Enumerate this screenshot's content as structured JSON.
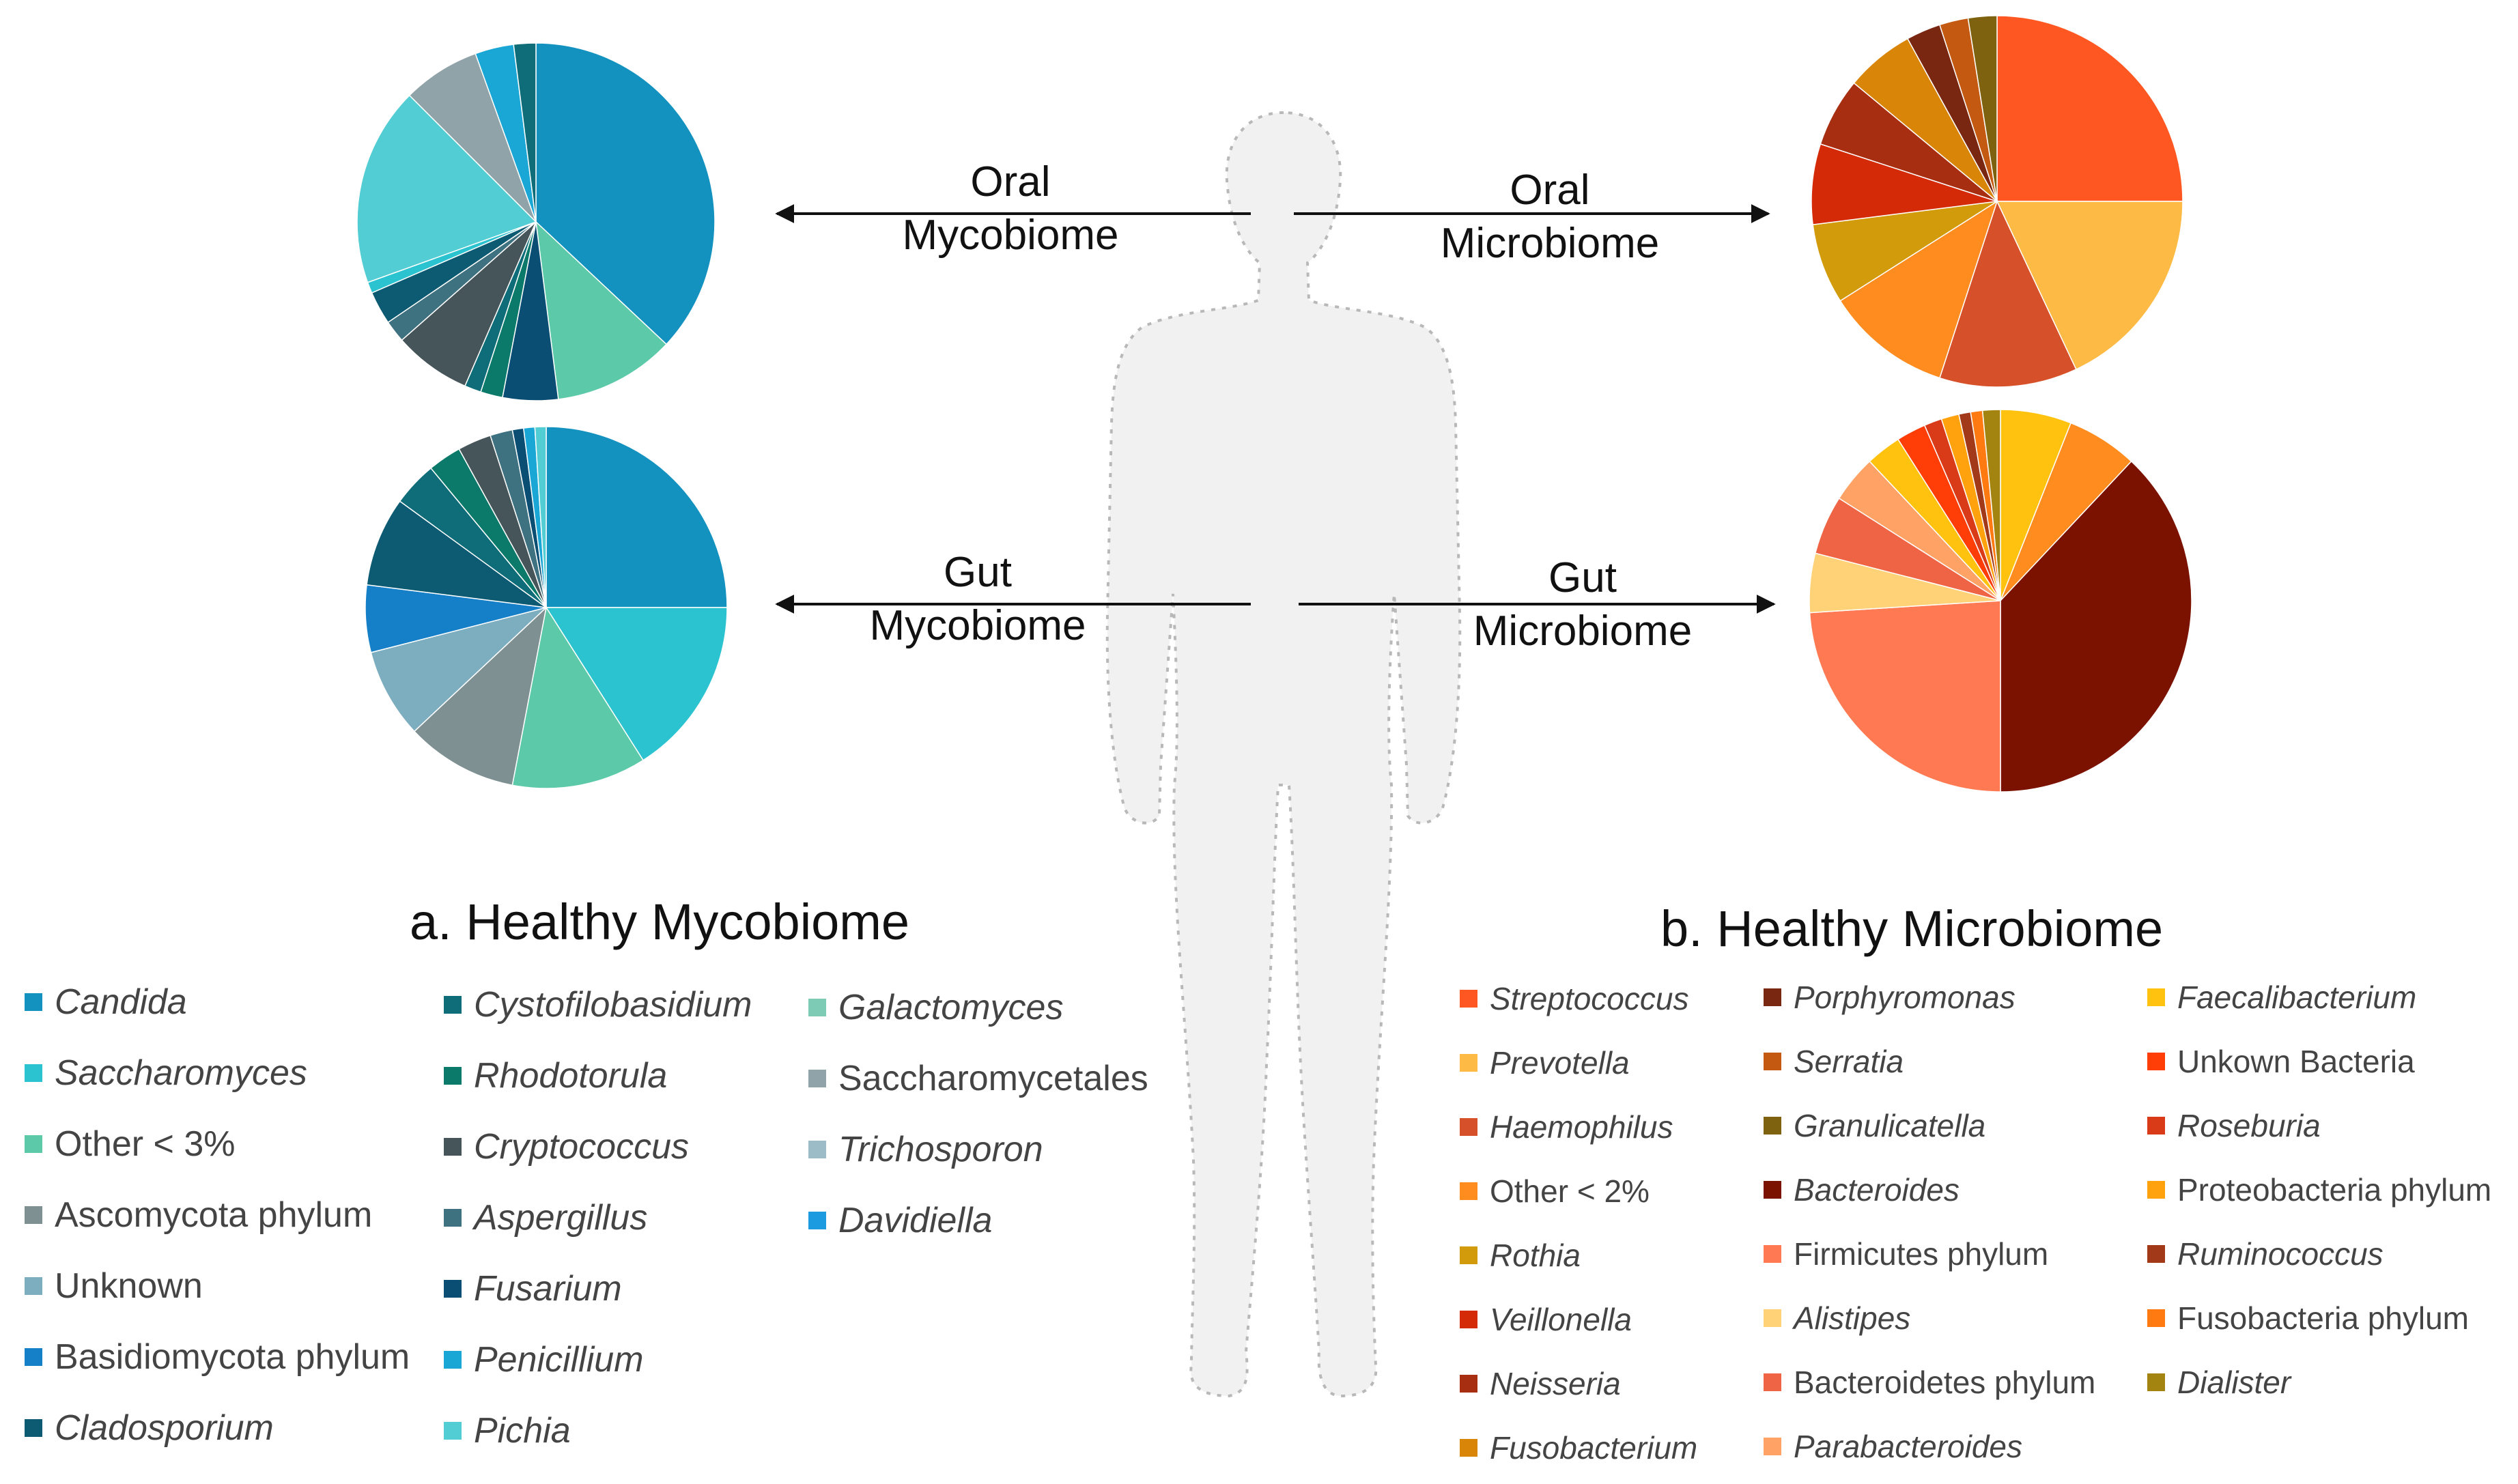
{
  "labels": {
    "oral_mycobiome": [
      "Oral",
      "Mycobiome"
    ],
    "oral_microbiome": [
      "Oral",
      "Microbiome"
    ],
    "gut_mycobiome": [
      "Gut",
      "Mycobiome"
    ],
    "gut_microbiome": [
      "Gut",
      "Microbiome"
    ]
  },
  "section_a_title": "a. Healthy Mycobiome",
  "section_b_title": "b. Healthy Microbiome",
  "legend_a": [
    {
      "label": "Candida",
      "color": "#1492BF",
      "italic": true
    },
    {
      "label": "Saccharomyces",
      "color": "#2CC3D1",
      "italic": true
    },
    {
      "label": "Other < 3%",
      "color": "#5CCAA8",
      "italic": false
    },
    {
      "label": "Ascomycota phylum",
      "color": "#7E9092",
      "italic": false
    },
    {
      "label": "Unknown",
      "color": "#7DAEBF",
      "italic": false
    },
    {
      "label": "Basidiomycota phylum",
      "color": "#1580C8",
      "italic": false
    },
    {
      "label": "Cladosporium",
      "color": "#0D5A73",
      "italic": true
    },
    {
      "label": "Cystofilobasidium",
      "color": "#0E6D78",
      "italic": true
    },
    {
      "label": "Rhodotorula",
      "color": "#0B7A6A",
      "italic": true
    },
    {
      "label": "Cryptococcus",
      "color": "#45555A",
      "italic": true
    },
    {
      "label": "Aspergillus",
      "color": "#3F7280",
      "italic": true
    },
    {
      "label": "Fusarium",
      "color": "#0A4E74",
      "italic": true
    },
    {
      "label": "Penicillium",
      "color": "#1BA7D6",
      "italic": true
    },
    {
      "label": "Pichia",
      "color": "#52CDD3",
      "italic": true
    },
    {
      "label": "Galactomyces",
      "color": "#7ECBB5",
      "italic": true
    },
    {
      "label": "Saccharomycetales",
      "color": "#90A3A8",
      "italic": false
    },
    {
      "label": "Trichosporon",
      "color": "#9CBDC8",
      "italic": true
    },
    {
      "label": "Davidiella",
      "color": "#1D9BE0",
      "italic": true
    }
  ],
  "legend_b": [
    {
      "label": "Streptococcus",
      "color": "#FF5722",
      "italic": true
    },
    {
      "label": "Prevotella",
      "color": "#FDBA45",
      "italic": true
    },
    {
      "label": "Haemophilus",
      "color": "#D6502A",
      "italic": true
    },
    {
      "label": "Other < 2%",
      "color": "#FF8C1F",
      "italic": false
    },
    {
      "label": "Rothia",
      "color": "#D29B0B",
      "italic": true
    },
    {
      "label": "Veillonella",
      "color": "#D42A08",
      "italic": true
    },
    {
      "label": "Neisseria",
      "color": "#A82E12",
      "italic": true
    },
    {
      "label": "Fusobacterium",
      "color": "#D88508",
      "italic": true
    },
    {
      "label": "Porphyromonas",
      "color": "#7A2712",
      "italic": true
    },
    {
      "label": "Serratia",
      "color": "#C45A11",
      "italic": true
    },
    {
      "label": "Granulicatella",
      "color": "#7F6210",
      "italic": true
    },
    {
      "label": "Bacteroides",
      "color": "#7B1200",
      "italic": true
    },
    {
      "label": "Firmicutes phylum",
      "color": "#FF7A52",
      "italic": false
    },
    {
      "label": "Alistipes",
      "color": "#FFD277",
      "italic": true
    },
    {
      "label": "Bacteroidetes phylum",
      "color": "#EE6444",
      "italic": false
    },
    {
      "label": "Parabacteroides",
      "color": "#FFA265",
      "italic": true
    },
    {
      "label": "Faecalibacterium",
      "color": "#FFC20E",
      "italic": true
    },
    {
      "label": "Unkown Bacteria",
      "color": "#FF3D06",
      "italic": false
    },
    {
      "label": "Roseburia",
      "color": "#D93A17",
      "italic": true
    },
    {
      "label": "Proteobacteria phylum",
      "color": "#FFA20E",
      "italic": false
    },
    {
      "label": "Ruminococcus",
      "color": "#A23A1A",
      "italic": true
    },
    {
      "label": "Fusobacteria phylum",
      "color": "#FF7A10",
      "italic": false
    },
    {
      "label": "Dialister",
      "color": "#A38410",
      "italic": true
    }
  ],
  "pies": {
    "oral_mycobiome": [
      {
        "color": "#1492BF",
        "value": 37
      },
      {
        "color": "#5CCAA8",
        "value": 11
      },
      {
        "color": "#0A4E74",
        "value": 5
      },
      {
        "color": "#0B7A6A",
        "value": 2
      },
      {
        "color": "#0E6D78",
        "value": 1.5
      },
      {
        "color": "#45555A",
        "value": 7
      },
      {
        "color": "#3F7280",
        "value": 2
      },
      {
        "color": "#0D5A73",
        "value": 3
      },
      {
        "color": "#2CC3D1",
        "value": 1
      },
      {
        "color": "#52CDD3",
        "value": 18
      },
      {
        "color": "#90A3A8",
        "value": 7
      },
      {
        "color": "#1BA7D6",
        "value": 3.5
      },
      {
        "color": "#0E6D78",
        "value": 2
      }
    ],
    "gut_mycobiome": [
      {
        "color": "#1492BF",
        "value": 25
      },
      {
        "color": "#2CC3D1",
        "value": 16
      },
      {
        "color": "#5CCAA8",
        "value": 12
      },
      {
        "color": "#7E9092",
        "value": 10
      },
      {
        "color": "#7DAEBF",
        "value": 8
      },
      {
        "color": "#1580C8",
        "value": 6
      },
      {
        "color": "#0D5A73",
        "value": 8
      },
      {
        "color": "#0E6D78",
        "value": 4
      },
      {
        "color": "#0B7A6A",
        "value": 3
      },
      {
        "color": "#45555A",
        "value": 3
      },
      {
        "color": "#3F7280",
        "value": 2
      },
      {
        "color": "#0A4E74",
        "value": 1
      },
      {
        "color": "#1BA7D6",
        "value": 1
      },
      {
        "color": "#52CDD3",
        "value": 1
      }
    ],
    "oral_microbiome": [
      {
        "color": "#FF5722",
        "value": 25
      },
      {
        "color": "#FDBA45",
        "value": 18
      },
      {
        "color": "#D6502A",
        "value": 12
      },
      {
        "color": "#FF8C1F",
        "value": 11
      },
      {
        "color": "#D29B0B",
        "value": 7
      },
      {
        "color": "#D42A08",
        "value": 7
      },
      {
        "color": "#A82E12",
        "value": 6
      },
      {
        "color": "#D88508",
        "value": 6
      },
      {
        "color": "#7A2712",
        "value": 3
      },
      {
        "color": "#C45A11",
        "value": 2.5
      },
      {
        "color": "#7F6210",
        "value": 2.5
      }
    ],
    "gut_microbiome": [
      {
        "color": "#FFC20E",
        "value": 6
      },
      {
        "color": "#FF8C1F",
        "value": 6
      },
      {
        "color": "#7B1200",
        "value": 38
      },
      {
        "color": "#FF7A52",
        "value": 24
      },
      {
        "color": "#FFD277",
        "value": 5
      },
      {
        "color": "#EE6444",
        "value": 5
      },
      {
        "color": "#FFA265",
        "value": 4
      },
      {
        "color": "#FFC20E",
        "value": 3
      },
      {
        "color": "#FF3D06",
        "value": 2.5
      },
      {
        "color": "#D93A17",
        "value": 1.5
      },
      {
        "color": "#FFA20E",
        "value": 1.5
      },
      {
        "color": "#A23A1A",
        "value": 1
      },
      {
        "color": "#FF7A10",
        "value": 1
      },
      {
        "color": "#A38410",
        "value": 1.5
      }
    ]
  }
}
